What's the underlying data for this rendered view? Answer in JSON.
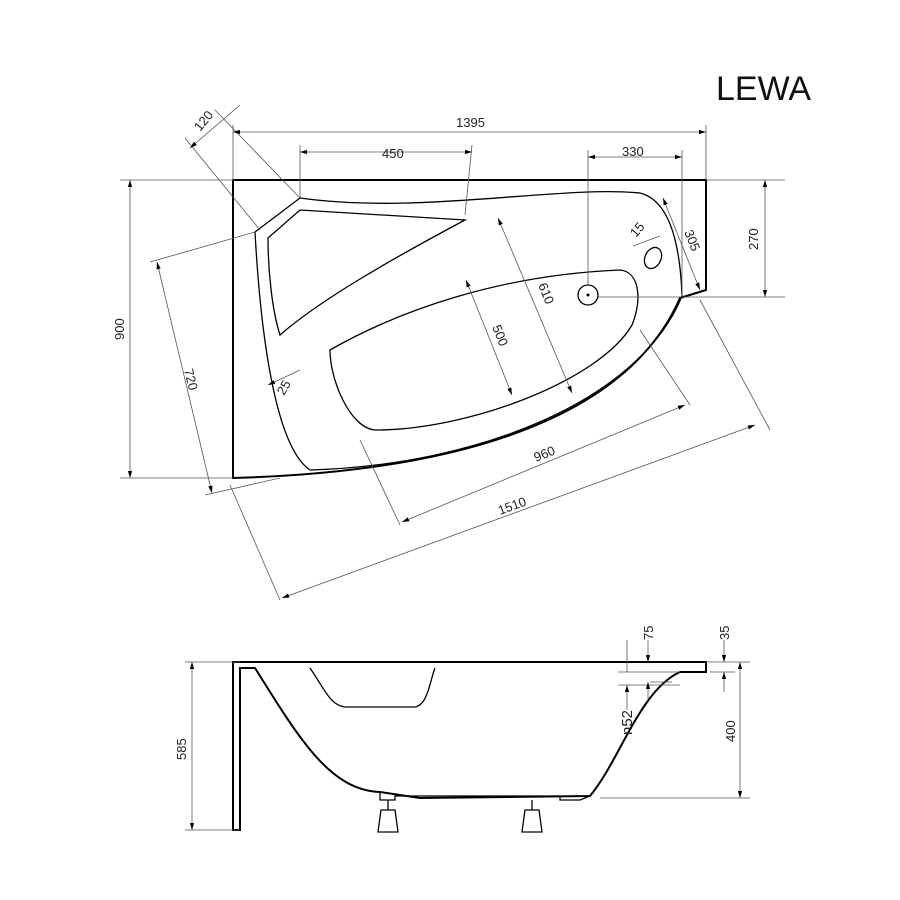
{
  "title": "LEWA",
  "top_view": {
    "dims": {
      "overall_length": "1395",
      "corner_cut": "120",
      "headrest_width": "450",
      "drain_offset": "330",
      "drain_depth": "270",
      "rim_width": "15",
      "end_wall": "305",
      "inner_width": "610",
      "bottom_width": "500",
      "overall_width": "900",
      "side_length": "720",
      "rim_side": "25",
      "bottom_length": "960",
      "diagonal_length": "1510"
    }
  },
  "side_view": {
    "dims": {
      "overflow_offset": "75",
      "rim_thickness": "35",
      "overflow_diameter": "n52",
      "depth": "400",
      "total_height": "585"
    }
  }
}
